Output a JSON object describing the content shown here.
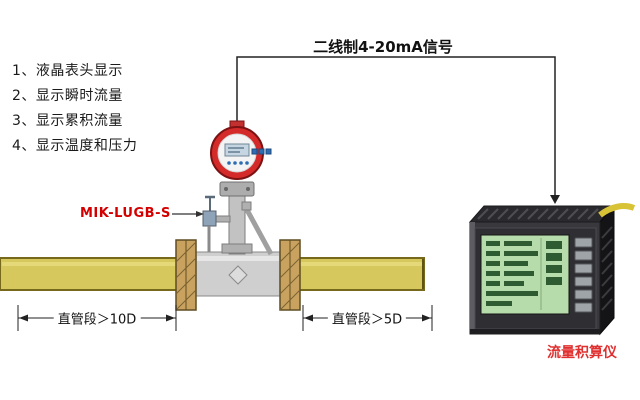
{
  "annotations": {
    "signal_label": "二线制4-20mA信号",
    "meter_model": "MIK-LUGB-S",
    "totalizer_label": "流量积算仪",
    "dim_left": "直管段＞10D",
    "dim_right": "直管段＞5D"
  },
  "features": {
    "items": [
      "1、液晶表头显示",
      "2、显示瞬时流量",
      "3、显示累积流量",
      "4、显示温度和压力"
    ]
  },
  "colors": {
    "pipe_fill": "#d6c85c",
    "pipe_stroke": "#77691c",
    "flange_fill": "#c9a25f",
    "head_red": "#d42a2a",
    "accent_red": "#d40000",
    "signal_line": "#222222",
    "lcd_green": "#b7dcab",
    "device_front": "#38383d",
    "cable_yellow": "#d8c235"
  }
}
